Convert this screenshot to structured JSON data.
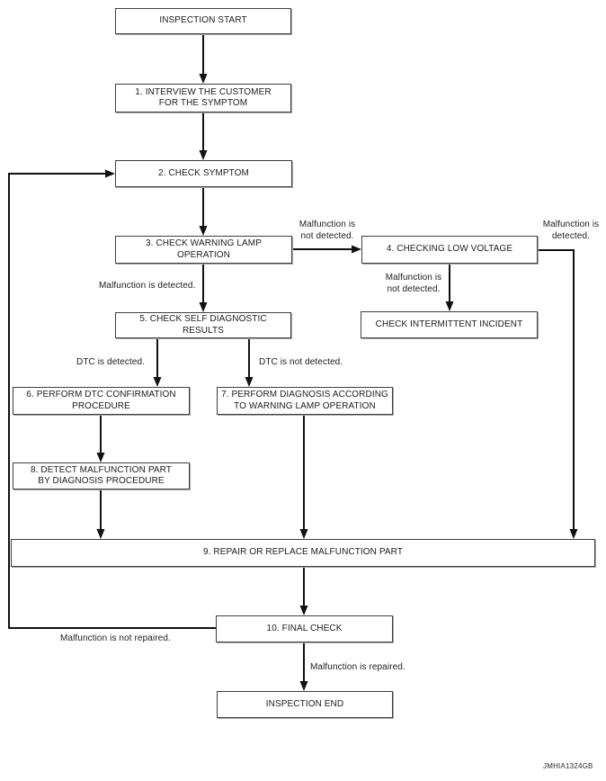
{
  "figure": {
    "watermark": "JMHIA1324GB"
  },
  "colors": {
    "background": "#ffffff",
    "line": "#111111",
    "box_border": "#3f3f3f",
    "text": "#1c1c1c"
  },
  "nodes": {
    "start": {
      "label": "INSPECTION START"
    },
    "step1": {
      "label": "1. INTERVIEW THE CUSTOMER\nFOR THE SYMPTOM"
    },
    "step2": {
      "label": "2. CHECK SYMPTOM"
    },
    "step3": {
      "label": "3. CHECK WARNING LAMP\nOPERATION"
    },
    "step4": {
      "label": "4. CHECKING LOW VOLTAGE"
    },
    "intermittent": {
      "label": "CHECK INTERMITTENT INCIDENT"
    },
    "step5": {
      "label": "5. CHECK SELF DIAGNOSTIC\nRESULTS"
    },
    "step6": {
      "label": "6. PERFORM DTC CONFIRMATION\nPROCEDURE"
    },
    "step7": {
      "label": "7. PERFORM DIAGNOSIS ACCORDING\nTO WARNING LAMP OPERATION"
    },
    "step8": {
      "label": "8. DETECT MALFUNCTION PART\nBY DIAGNOSIS PROCEDURE"
    },
    "step9": {
      "label": "9. REPAIR OR REPLACE MALFUNCTION PART"
    },
    "step10": {
      "label": "10. FINAL CHECK"
    },
    "end": {
      "label": "INSPECTION END"
    }
  },
  "edge_labels": {
    "lamp_malfunction_not_detected": "Malfunction is\nnot detected.",
    "voltage_malfunction_detected": "Malfunction is\ndetected.",
    "lamp_malfunction_detected": "Malfunction is detected.",
    "voltage_malfunction_not_detected": "Malfunction is\nnot detected.",
    "dtc_detected": "DTC is detected.",
    "dtc_not_detected": "DTC is not detected.",
    "malfunction_not_repaired": "Malfunction is not repaired.",
    "malfunction_repaired": "Malfunction is repaired."
  }
}
